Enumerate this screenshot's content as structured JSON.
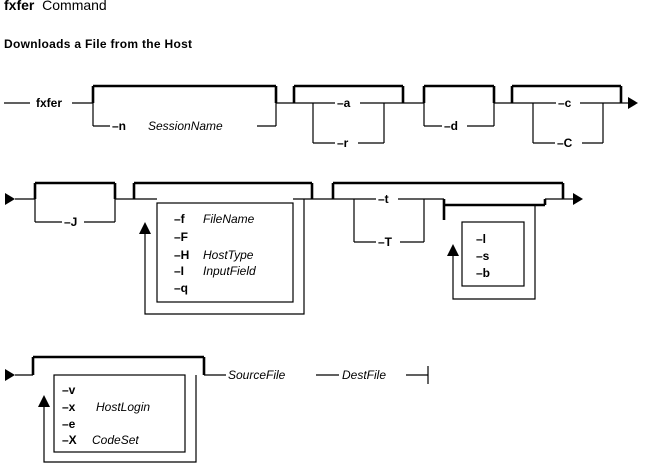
{
  "header": {
    "command": "fxfer",
    "command_word": "Command",
    "subtitle": "Downloads a File from the Host"
  },
  "row1": {
    "cmd": "fxfer",
    "n_flag": "–n",
    "n_param": "SessionName",
    "a_flag": "–a",
    "r_flag": "–r",
    "d_flag": "–d",
    "c_flag": "–c",
    "C_flag": "–C"
  },
  "row2": {
    "J_flag": "–J",
    "f_flag": "–f",
    "f_param": "FileName",
    "F_flag": "–F",
    "H_flag": "–H",
    "H_param": "HostType",
    "I_flag": "–I",
    "I_param": "InputField",
    "q_flag": "–q",
    "t_flag": "–t",
    "T_flag": "–T",
    "l_flag": "–l",
    "s_flag": "–s",
    "b_flag": "–b"
  },
  "row3": {
    "v_flag": "–v",
    "x_flag": "–x",
    "x_param": "HostLogin",
    "e_flag": "–e",
    "X_flag": "–X",
    "X_param": "CodeSet",
    "source": "SourceFile",
    "dest": "DestFile"
  }
}
